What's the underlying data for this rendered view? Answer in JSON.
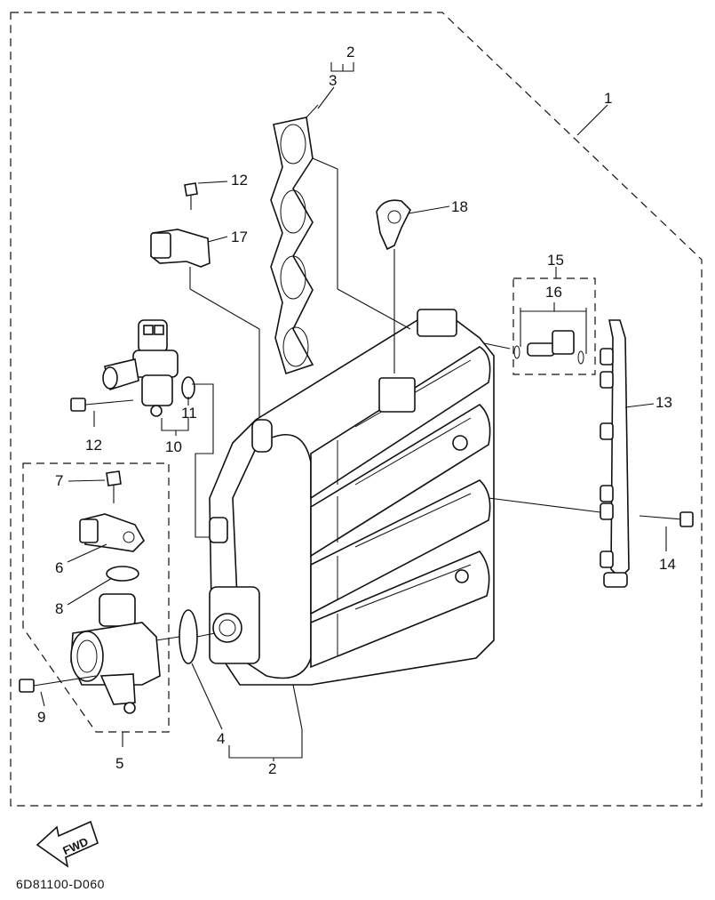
{
  "diagram_code": "6D81100-D060",
  "fwd_label": "FWD",
  "callouts": {
    "c1": "1",
    "c2_top": "2",
    "c3": "3",
    "c12_top": "12",
    "c17": "17",
    "c18": "18",
    "c15": "15",
    "c16": "16",
    "c13": "13",
    "c11": "11",
    "c12_left": "12",
    "c10": "10",
    "c7": "7",
    "c6": "6",
    "c8": "8",
    "c9": "9",
    "c5": "5",
    "c4": "4",
    "c2_bottom": "2",
    "c14": "14"
  }
}
